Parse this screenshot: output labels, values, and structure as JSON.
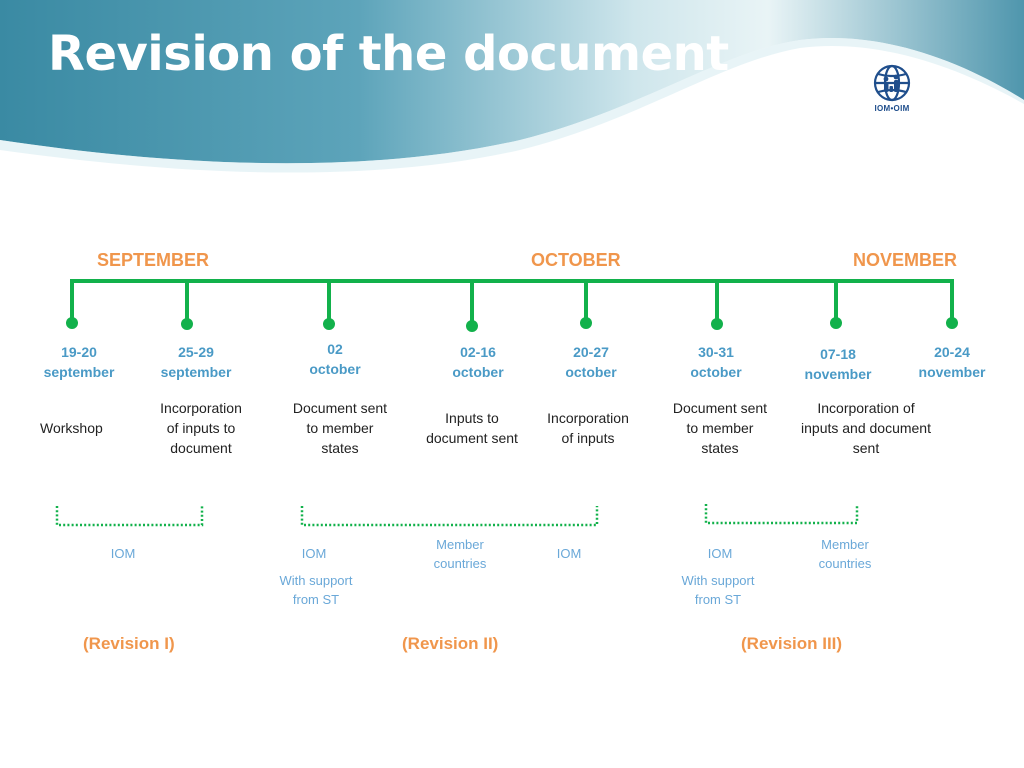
{
  "title": "Revision of the document",
  "logo": {
    "text": "IOM•OIM"
  },
  "months": [
    "SEPTEMBER",
    "OCTOBER",
    "NOVEMBER"
  ],
  "events": [
    {
      "date_line1": "19-20",
      "date_line2": "september",
      "desc": [
        "Workshop"
      ]
    },
    {
      "date_line1": "25-29",
      "date_line2": "september",
      "desc": [
        "Incorporation",
        "of inputs to",
        "document"
      ]
    },
    {
      "date_line1": "02",
      "date_line2": "october",
      "desc": [
        "Document sent",
        "to member",
        "states"
      ]
    },
    {
      "date_line1": "02-16",
      "date_line2": "october",
      "desc": [
        "Inputs to",
        "document sent"
      ]
    },
    {
      "date_line1": "20-27",
      "date_line2": "october",
      "desc": [
        "Incorporation",
        "of inputs"
      ]
    },
    {
      "date_line1": "30-31",
      "date_line2": "october",
      "desc": [
        "Document sent",
        "to member",
        "states"
      ]
    },
    {
      "date_line1": "07-18",
      "date_line2": "november",
      "desc": [
        "Incorporation of",
        "inputs and document",
        "sent"
      ]
    },
    {
      "date_line1": "20-24",
      "date_line2": "november",
      "desc": []
    }
  ],
  "actors": {
    "rev1_iom": "IOM",
    "rev2_iom": "IOM",
    "rev2_support": [
      "With support",
      "from ST"
    ],
    "rev2_member": [
      "Member",
      "countries"
    ],
    "rev2_iom2": "IOM",
    "rev3_iom": "IOM",
    "rev3_support": [
      "With support",
      "from ST"
    ],
    "rev3_member": [
      "Member",
      "countries"
    ]
  },
  "revisions": [
    "(Revision I)",
    "(Revision II)",
    "(Revision III)"
  ],
  "colors": {
    "timeline_green": "#12b14b",
    "month_orange": "#f0964c",
    "date_blue": "#4a9ac6",
    "actor_blue": "#6aa8d8",
    "banner_teal": "#3e8ea6"
  }
}
